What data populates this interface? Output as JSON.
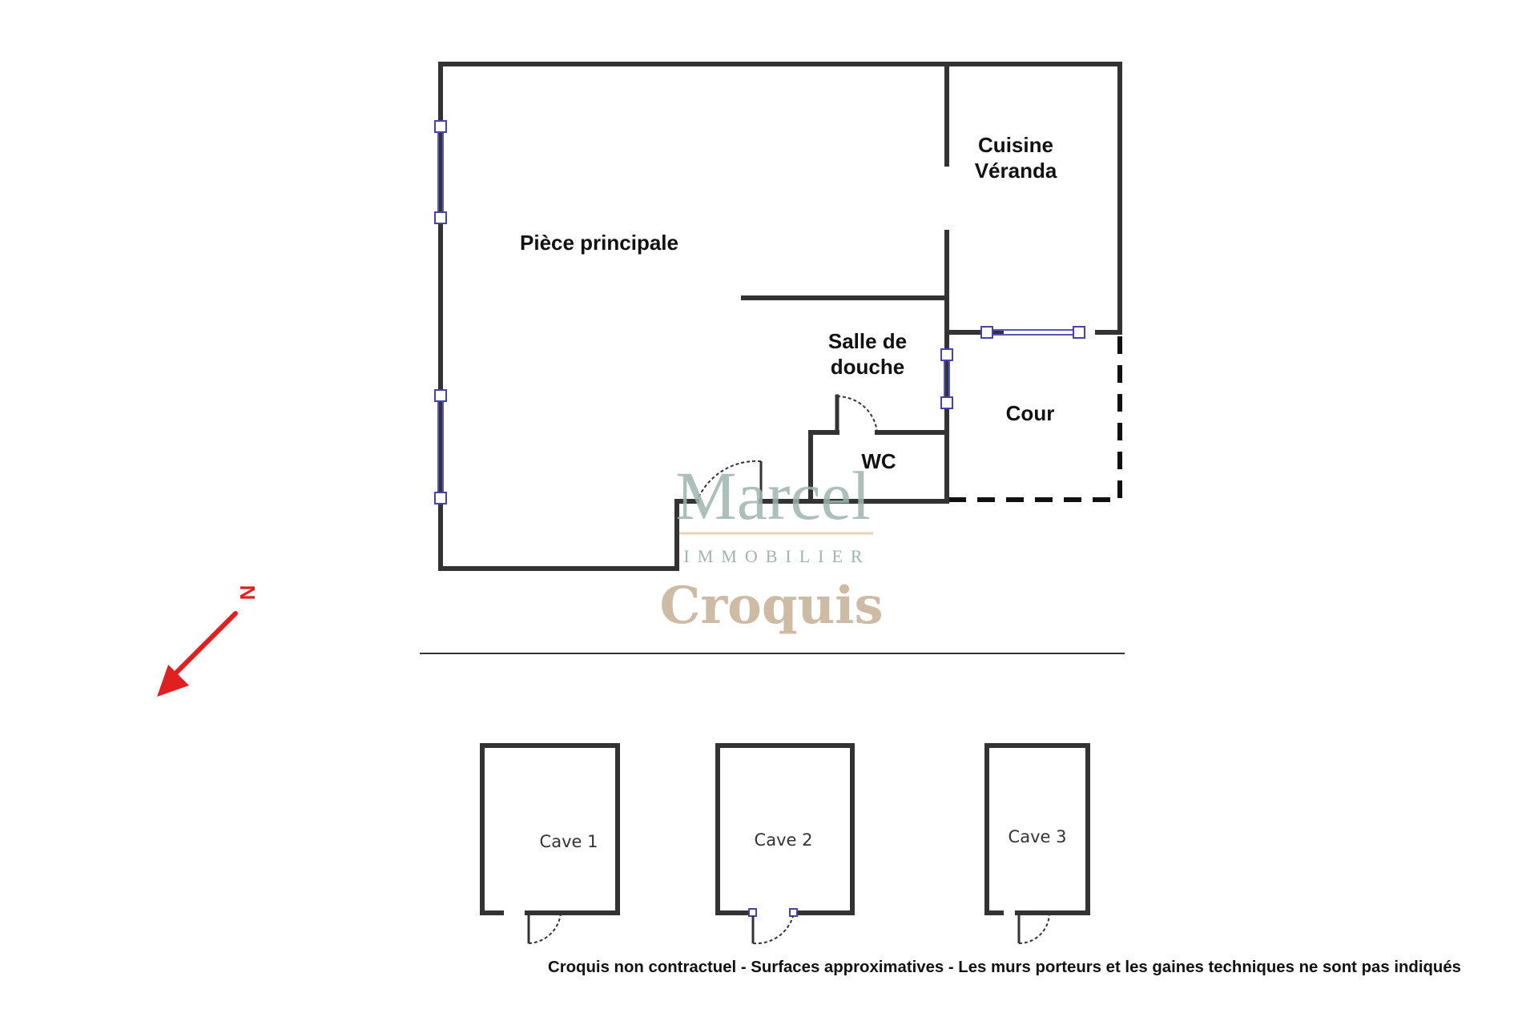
{
  "rooms": {
    "main": "Pièce principale",
    "kitchen_line1": "Cuisine",
    "kitchen_line2": "Véranda",
    "shower_line1": "Salle de",
    "shower_line2": "douche",
    "courtyard": "Cour",
    "wc": "WC"
  },
  "watermark": {
    "brand": "Marcel",
    "brand_sub": "IMMOBILIER",
    "label": "Croquis"
  },
  "compass": {
    "north_label": "N",
    "arrow_color": "#e02020"
  },
  "caves": [
    "Cave 1",
    "Cave 2",
    "Cave 3"
  ],
  "footer": "Croquis non contractuel - Surfaces approximatives - Les murs porteurs et les gaines techniques ne sont pas indiqués",
  "colors": {
    "wall": "#333333",
    "window": "#4444aa",
    "brand": "#9fb5ae",
    "croquis": "#cdbba6"
  }
}
